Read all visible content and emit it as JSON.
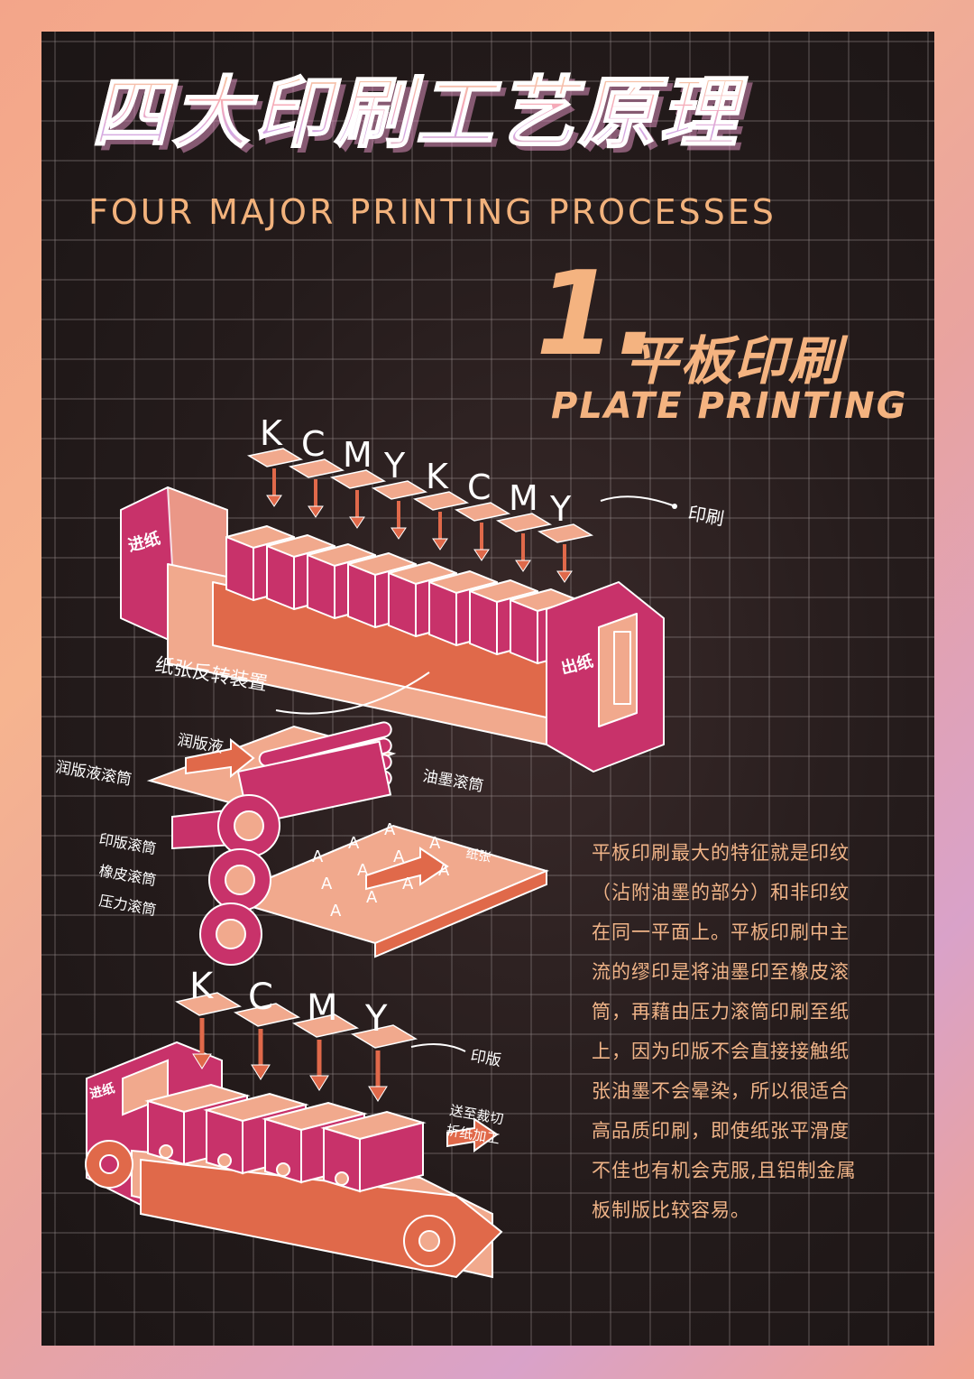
{
  "title": {
    "cn": "四大印刷工艺原理",
    "en": "FOUR MAJOR PRINTING PROCESSES"
  },
  "section": {
    "number": "1.",
    "title_cn": "平板印刷",
    "title_en": "PLATE PRINTING"
  },
  "diagram1": {
    "letters": [
      "K",
      "C",
      "M",
      "Y",
      "K",
      "C",
      "M",
      "Y"
    ],
    "label_print": "印刷",
    "label_feed": "进纸",
    "label_out": "出纸",
    "label_reverse": "纸张反转装置"
  },
  "diagram2": {
    "label_dampening": "润版液",
    "label_dampening_roller": "润版液滚筒",
    "label_ink_roller": "油墨滚筒",
    "label_plate_roller": "印版滚筒",
    "label_blanket_roller": "橡皮滚筒",
    "label_pressure_roller": "压力滚筒",
    "label_paper": "纸张"
  },
  "diagram3": {
    "letters": [
      "K",
      "C",
      "M",
      "Y"
    ],
    "label_plate": "印版",
    "label_feed": "进纸",
    "label_cut_line1": "送至裁切",
    "label_cut_line2": "折纸加工"
  },
  "description": [
    "平板印刷最大的特征就是印纹",
    "（沾附油墨的部分）和非印纹",
    "在同一平面上。平板印刷中主",
    "流的缪印是将油墨印至橡皮滚",
    "筒，再藉由压力滚筒印刷至纸",
    "上，因为印版不会直接接触纸",
    "张油墨不会晕染，所以很适合",
    "高品质印刷，即使纸张平滑度",
    "不佳也有机会克服,且铝制金属",
    "板制版比较容易。"
  ],
  "colors": {
    "magenta": "#c8326a",
    "salmon": "#f1a98d",
    "orange": "#e0694a",
    "accent": "#f4b380"
  }
}
